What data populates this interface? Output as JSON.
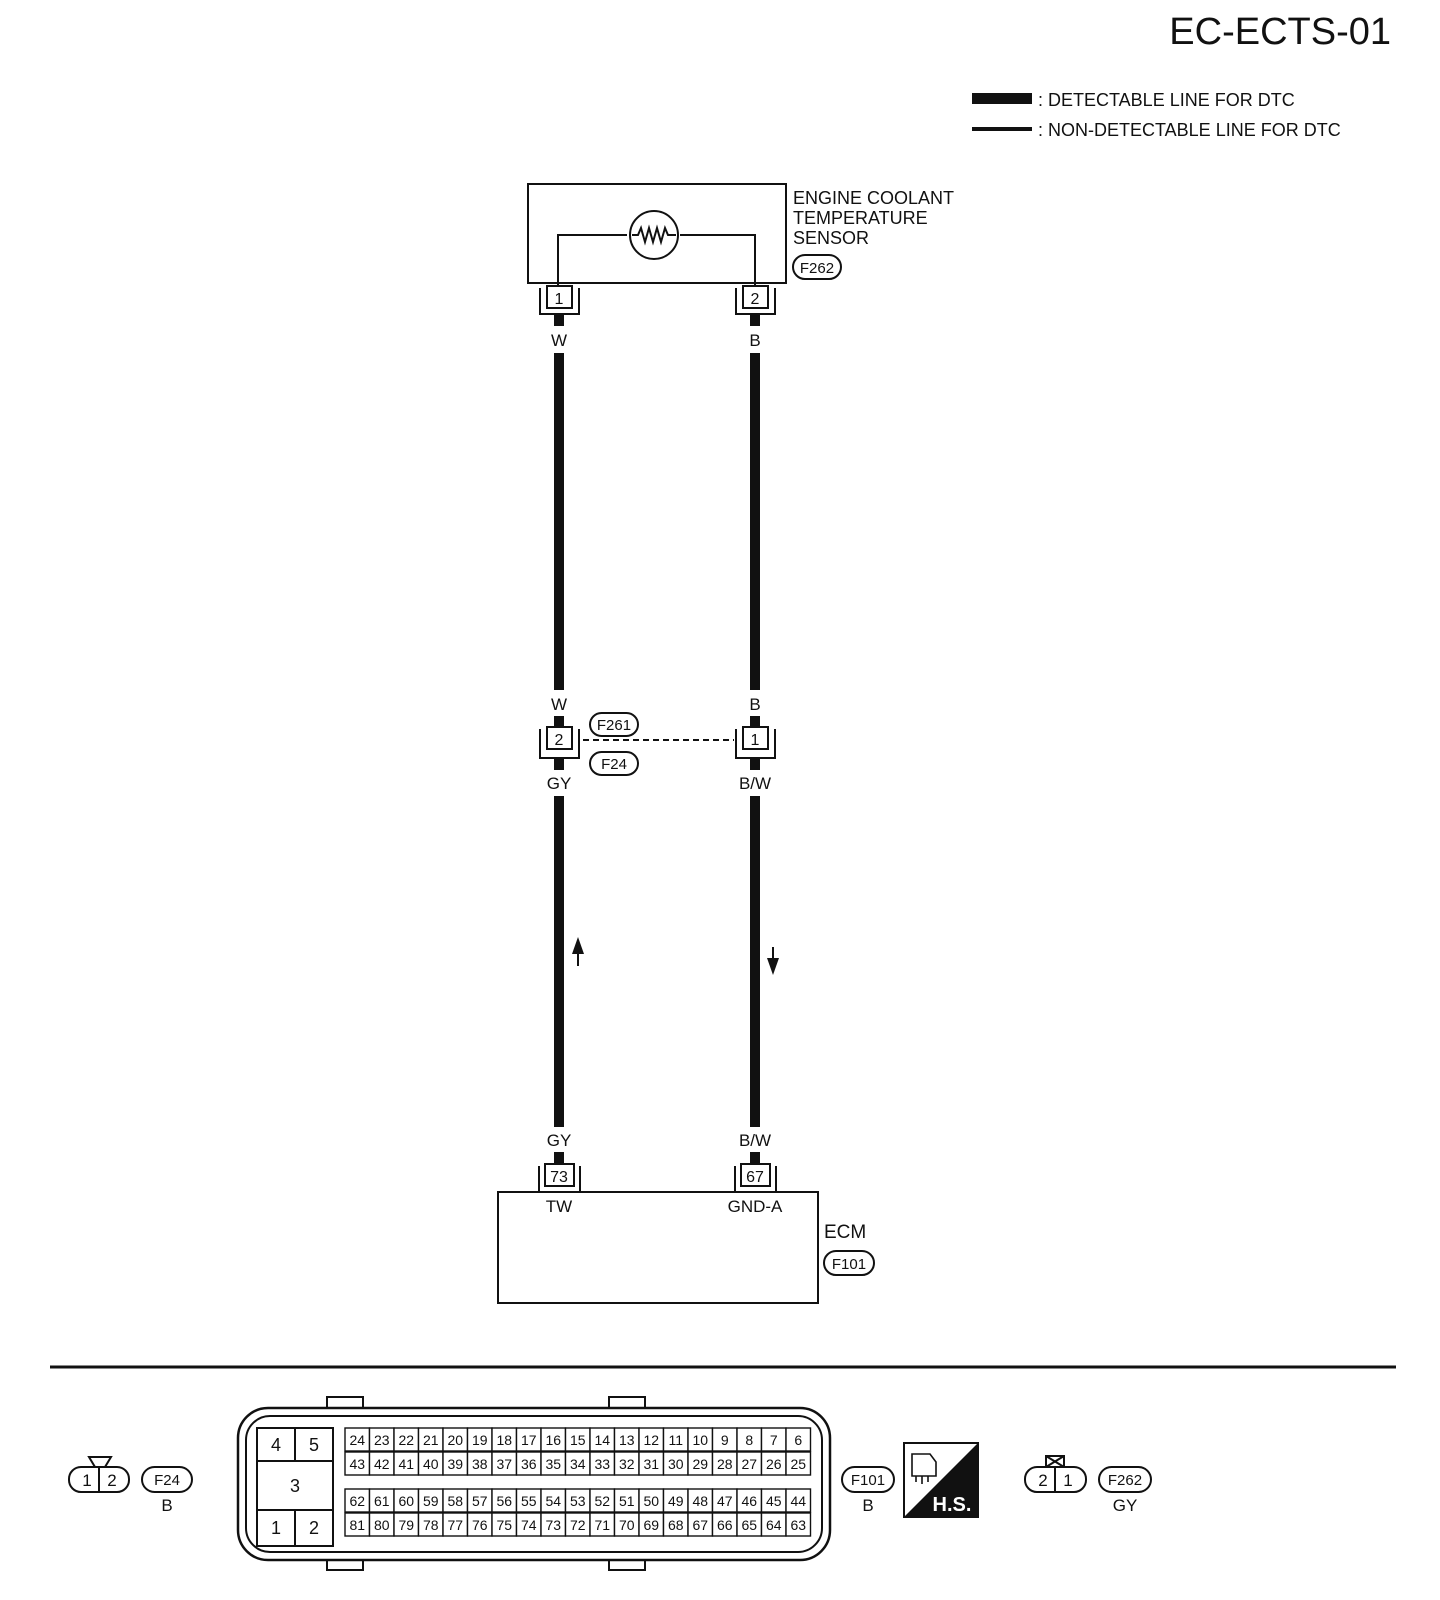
{
  "title": "EC-ECTS-01",
  "legend": {
    "detectable": ": DETECTABLE LINE FOR DTC",
    "non_detectable": ": NON-DETECTABLE LINE FOR DTC"
  },
  "sensor": {
    "name_lines": [
      "ENGINE COOLANT",
      "TEMPERATURE",
      "SENSOR"
    ],
    "connector_id": "F262",
    "pin_left": "1",
    "pin_right": "2"
  },
  "wires_upper": {
    "left_color": "W",
    "right_color": "B"
  },
  "junction": {
    "id_top": "F261",
    "id_bottom": "F24",
    "pin_left": "2",
    "pin_right": "1",
    "left_color_above": "W",
    "right_color_above": "B",
    "left_color_below": "GY",
    "right_color_below": "B/W"
  },
  "wires_lower": {
    "left_color": "GY",
    "right_color": "B/W"
  },
  "ecm": {
    "name": "ECM",
    "connector_id": "F101",
    "pin_left": "73",
    "pin_right": "67",
    "term_left": "TW",
    "term_right": "GND-A"
  },
  "connector_views": {
    "f24": {
      "pins": [
        "1",
        "2"
      ],
      "id": "F24",
      "color": "B"
    },
    "ecm": {
      "small_pins": [
        "4",
        "5",
        "3",
        "1",
        "2"
      ],
      "upper_row1": [
        "24",
        "23",
        "22",
        "21",
        "20",
        "19",
        "18",
        "17",
        "16",
        "15",
        "14",
        "13",
        "12",
        "11",
        "10",
        "9",
        "8",
        "7",
        "6"
      ],
      "upper_row2": [
        "43",
        "42",
        "41",
        "40",
        "39",
        "38",
        "37",
        "36",
        "35",
        "34",
        "33",
        "32",
        "31",
        "30",
        "29",
        "28",
        "27",
        "26",
        "25"
      ],
      "lower_row1": [
        "62",
        "61",
        "60",
        "59",
        "58",
        "57",
        "56",
        "55",
        "54",
        "53",
        "52",
        "51",
        "50",
        "49",
        "48",
        "47",
        "46",
        "45",
        "44"
      ],
      "lower_row2": [
        "81",
        "80",
        "79",
        "78",
        "77",
        "76",
        "75",
        "74",
        "73",
        "72",
        "71",
        "70",
        "69",
        "68",
        "67",
        "66",
        "65",
        "64",
        "63"
      ],
      "id": "F101",
      "color": "B"
    },
    "hs_badge": "H.S.",
    "f262": {
      "pins": [
        "2",
        "1"
      ],
      "id": "F262",
      "color": "GY"
    }
  }
}
